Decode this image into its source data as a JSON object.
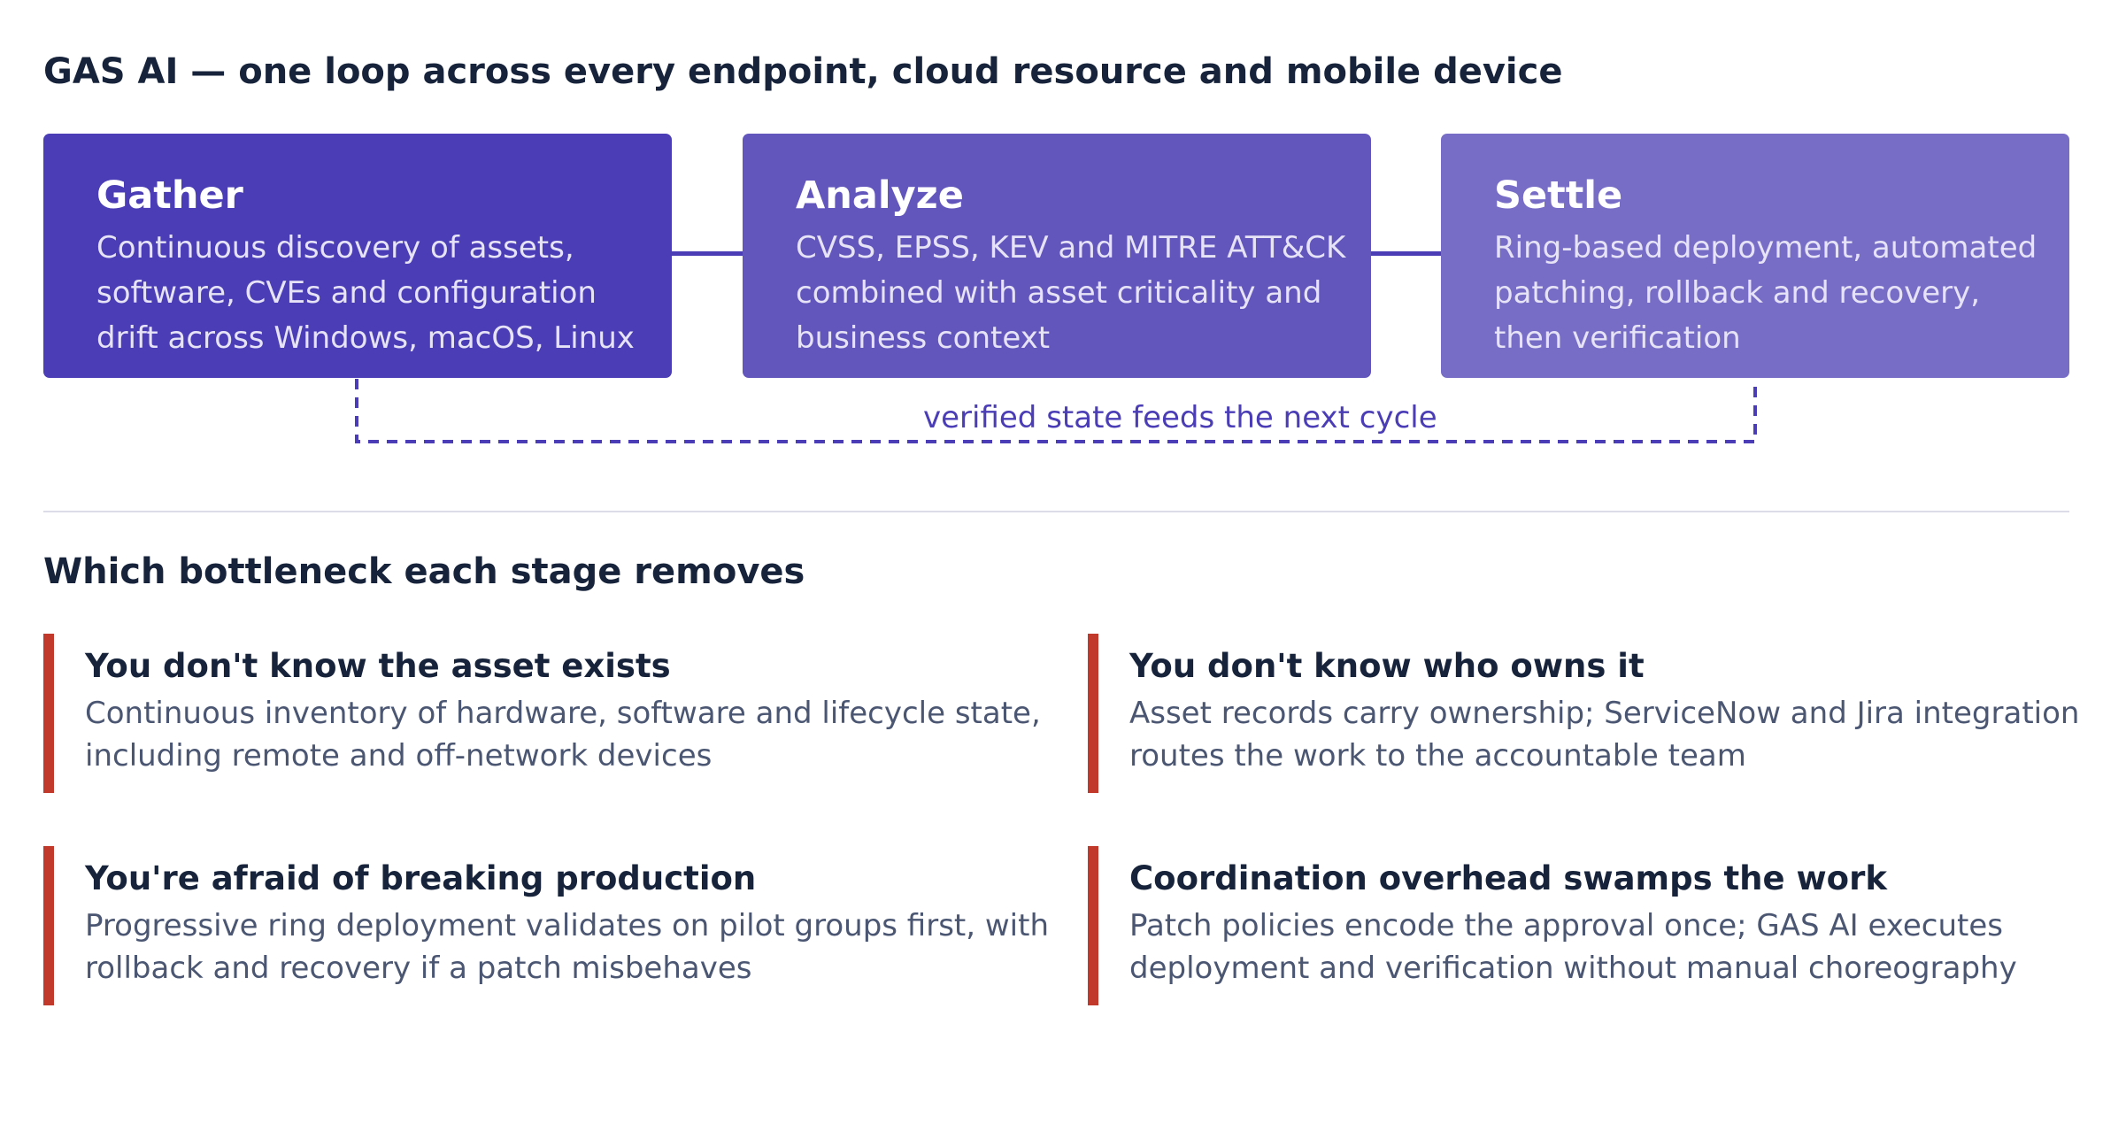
{
  "title": "GAS AI — one loop across every endpoint, cloud resource and mobile device",
  "colors": {
    "stage1": "#4a3db5",
    "stage2": "#6256bd",
    "stage3": "#776dc7",
    "accent": "#4a3db5",
    "bottleneck_bar": "#c0392b",
    "heading": "#16233a",
    "body_text": "#4a5672"
  },
  "stages": [
    {
      "title": "Gather",
      "description": "Continuous discovery of assets, software, CVEs and configuration drift across Windows, macOS, Linux"
    },
    {
      "title": "Analyze",
      "description": "CVSS, EPSS, KEV and MITRE ATT&CK combined with asset criticality and business context"
    },
    {
      "title": "Settle",
      "description": "Ring-based deployment, automated patching, rollback and recovery, then verification"
    }
  ],
  "feedback_label": "verified state feeds the next cycle",
  "section_title": "Which bottleneck each stage removes",
  "bottlenecks": [
    {
      "title": "You don't know the asset exists",
      "description": "Continuous inventory of hardware, software and lifecycle state, including remote and off-network devices"
    },
    {
      "title": "You don't know who owns it",
      "description": "Asset records carry ownership; ServiceNow and Jira integration routes the work to the accountable team"
    },
    {
      "title": "You're afraid of breaking production",
      "description": "Progressive ring deployment validates on pilot groups first, with rollback and recovery if a patch misbehaves"
    },
    {
      "title": "Coordination overhead swamps the work",
      "description": "Patch policies encode the approval once; GAS AI executes deployment and verification without manual choreography"
    }
  ]
}
